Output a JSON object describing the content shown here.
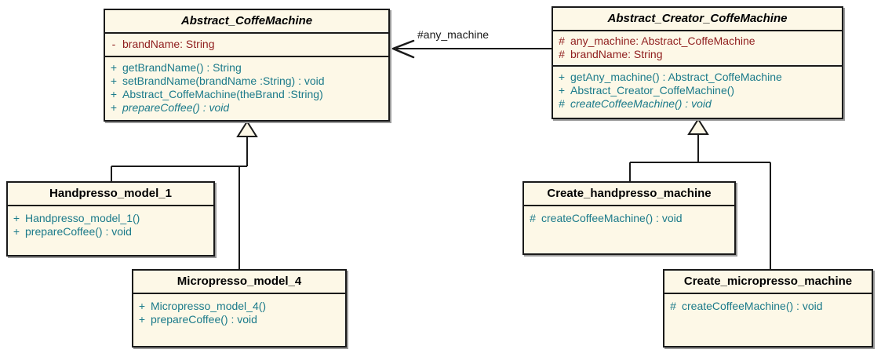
{
  "diagram": {
    "type": "uml-class-diagram",
    "background": "#ffffff",
    "class_fill": "#fdf8e7",
    "border_color": "#1a1a1a",
    "attribute_color": "#8f1d1d",
    "method_color": "#1b7a8a",
    "title_color": "#000000"
  },
  "classes": [
    {
      "id": "abstract-coffemachine",
      "name": "Abstract_CoffeMachine",
      "abstract": true,
      "attributes": [
        {
          "visibility": "-",
          "text": "brandName:  String"
        }
      ],
      "methods": [
        {
          "visibility": "+",
          "text": "getBrandName() : String",
          "abstract": false
        },
        {
          "visibility": "+",
          "text": "setBrandName(brandName :String) : void",
          "abstract": false
        },
        {
          "visibility": "+",
          "text": "Abstract_CoffeMachine(theBrand :String)",
          "abstract": false
        },
        {
          "visibility": "+",
          "text": "prepareCoffee() : void",
          "abstract": true
        }
      ]
    },
    {
      "id": "abstract-creator-coffemachine",
      "name": "Abstract_Creator_CoffeMachine",
      "abstract": true,
      "attributes": [
        {
          "visibility": "#",
          "text": "any_machine:  Abstract_CoffeMachine"
        },
        {
          "visibility": "#",
          "text": "brandName:  String"
        }
      ],
      "methods": [
        {
          "visibility": "+",
          "text": "getAny_machine() : Abstract_CoffeMachine",
          "abstract": false
        },
        {
          "visibility": "+",
          "text": "Abstract_Creator_CoffeMachine()",
          "abstract": false
        },
        {
          "visibility": "#",
          "text": "createCoffeeMachine() : void",
          "abstract": true
        }
      ]
    },
    {
      "id": "handpresso-model-1",
      "name": "Handpresso_model_1",
      "abstract": false,
      "attributes": [],
      "methods": [
        {
          "visibility": "+",
          "text": "Handpresso_model_1()",
          "abstract": false
        },
        {
          "visibility": "+",
          "text": "prepareCoffee() : void",
          "abstract": false
        }
      ]
    },
    {
      "id": "micropresso-model-4",
      "name": "Micropresso_model_4",
      "abstract": false,
      "attributes": [],
      "methods": [
        {
          "visibility": "+",
          "text": "Micropresso_model_4()",
          "abstract": false
        },
        {
          "visibility": "+",
          "text": "prepareCoffee() : void",
          "abstract": false
        }
      ]
    },
    {
      "id": "create-handpresso-machine",
      "name": "Create_handpresso_machine",
      "abstract": false,
      "attributes": [],
      "methods": [
        {
          "visibility": "#",
          "text": "createCoffeeMachine() : void",
          "abstract": false
        }
      ]
    },
    {
      "id": "create-micropresso-machine",
      "name": "Create_micropresso_machine",
      "abstract": false,
      "attributes": [],
      "methods": [
        {
          "visibility": "#",
          "text": "createCoffeeMachine() : void",
          "abstract": false
        }
      ]
    }
  ],
  "relationships": {
    "association": {
      "label": "#any_machine",
      "from": "abstract-creator-coffemachine",
      "to": "abstract-coffemachine",
      "arrow": "open"
    },
    "generalizations": [
      {
        "from": "handpresso-model-1",
        "to": "abstract-coffemachine"
      },
      {
        "from": "micropresso-model-4",
        "to": "abstract-coffemachine"
      },
      {
        "from": "create-handpresso-machine",
        "to": "abstract-creator-coffemachine"
      },
      {
        "from": "create-micropresso-machine",
        "to": "abstract-creator-coffemachine"
      }
    ]
  }
}
